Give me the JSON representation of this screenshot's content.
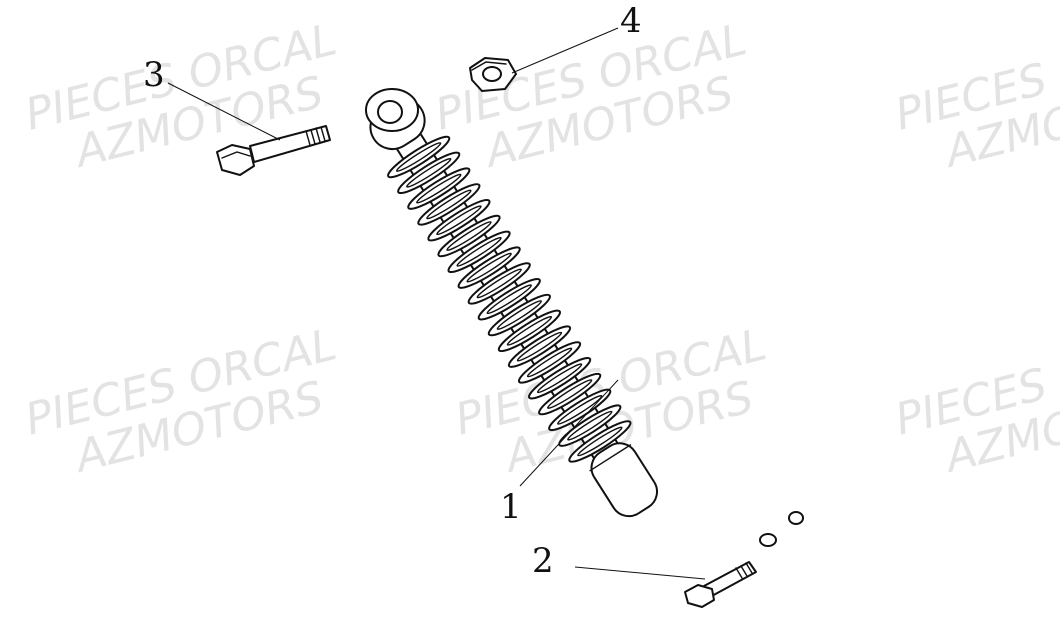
{
  "watermark": {
    "line1": "PIECES ORCAL",
    "line2": "AZMOTORS"
  },
  "callouts": [
    {
      "id": "shock-absorber",
      "label": "1"
    },
    {
      "id": "lower-bolt",
      "label": "2"
    },
    {
      "id": "upper-bolt",
      "label": "3"
    },
    {
      "id": "nut",
      "label": "4"
    }
  ],
  "colors": {
    "line": "#111111",
    "watermark": "#e3e3e3",
    "background": "#ffffff"
  }
}
